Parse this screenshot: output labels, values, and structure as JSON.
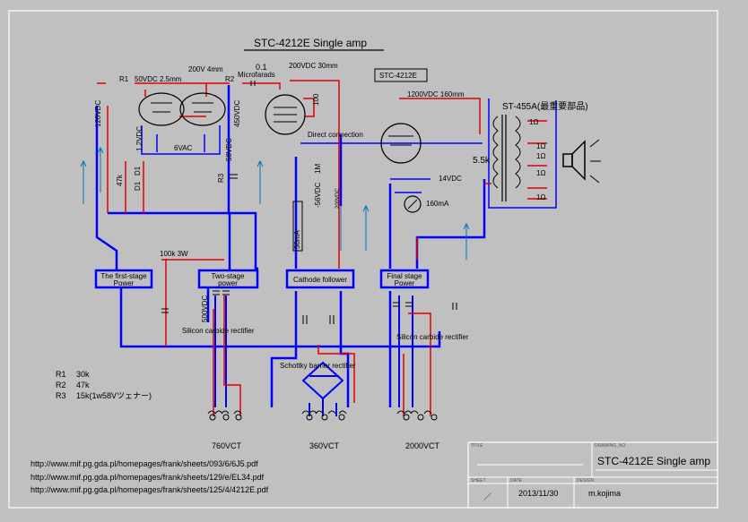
{
  "title": "STC-4212E Single amp",
  "tube_tag": "STC-4212E",
  "top_labels": {
    "r1": "R1",
    "r1_wire": "50VDC  2.5mm",
    "r2_wire": "200V  4mm",
    "r2": "R2",
    "cap": "0.1",
    "cap_unit": "Microfarads",
    "wire_200v": "200VDC 30mm",
    "wire_1200v": "1200VDC 160mm"
  },
  "transformer": {
    "name": "ST-455A(最重要部品)",
    "impedance": "5.5k",
    "taps": [
      "1Ω",
      "1Ω",
      "1Ω",
      "1Ω",
      "1Ω"
    ]
  },
  "vertical_labels": {
    "v120": "120VDC",
    "v450": "450VDC",
    "v12": "1.2VDC",
    "v58": "58VDC",
    "r47k": "47k",
    "d1a": "D1",
    "d1b": "D1",
    "r3": "R3",
    "r1m": "1M",
    "r100": "100",
    "v56": "-56VDC",
    "v200": "200VDC",
    "cur": "50mA",
    "v500": "500VDC"
  },
  "labels": {
    "heater": "6VAC",
    "direct": "Direct connection",
    "v14": "14VDC",
    "ma160": "160mA",
    "r100k": "100k 3W",
    "sic1": "Silicon carbide rectifier",
    "sic2": "Silicon carbide rectifier",
    "schottky": "Schottky barrier rectifier"
  },
  "supplies": [
    {
      "l1": "The first-stage",
      "l2": "Power"
    },
    {
      "l1": "Two-stage",
      "l2": "power"
    },
    {
      "l1": "Cathode follower",
      "l2": ""
    },
    {
      "l1": "Final stage",
      "l2": "Power"
    }
  ],
  "transformers": [
    "760VCT",
    "360VCT",
    "2000VCT"
  ],
  "parts": [
    {
      "id": "R1",
      "val": "30k"
    },
    {
      "id": "R2",
      "val": "47k"
    },
    {
      "id": "R3",
      "val": "15k(1w58Vツェナー)"
    }
  ],
  "urls": [
    "http://www.mif.pg.gda.pl/homepages/frank/sheets/093/6/6J5.pdf",
    "http://www.mif.pg.gda.pl/homepages/frank/sheets/129/e/EL34.pdf",
    "http://www.mif.pg.gda.pl/homepages/frank/sheets/125/4/4212E.pdf"
  ],
  "title_block": {
    "title": "STC-4212E Single amp",
    "date": "2013/11/30",
    "author": "m.kojima",
    "h_title": "TITLE",
    "h_drawing": "DRAWING_NO",
    "h_sheet": "SHEET",
    "h_date": "DATE",
    "h_design": "DESIGN",
    "sheet_mark": "／"
  }
}
